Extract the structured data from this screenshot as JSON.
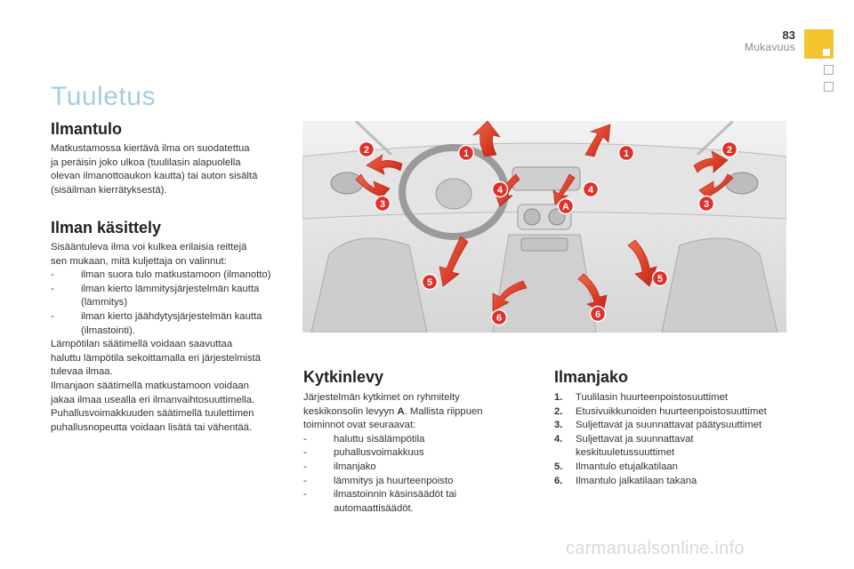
{
  "header": {
    "page_number": "83",
    "chapter": "Mukavuus"
  },
  "title": "Tuuletus",
  "ilmantulo": {
    "heading": "Ilmantulo",
    "lines": [
      "Matkustamossa kiertävä ilma on suodatettua",
      "ja peräisin joko ulkoa (tuulilasin alapuolella",
      "olevan ilmanottoaukon kautta) tai auton sisältä",
      "(sisäilman kierrätyksestä)."
    ]
  },
  "kasittely": {
    "heading": "Ilman käsittely",
    "intro": [
      "Sisääntuleva ilma voi kulkea erilaisia reittejä",
      "sen mukaan, mitä kuljettaja on valinnut:"
    ],
    "items": [
      {
        "dash": "-",
        "lines": [
          "ilman suora tulo matkustamoon (ilmanotto)"
        ]
      },
      {
        "dash": "-",
        "lines": [
          "ilman kierto lämmitysjärjestelmän kautta",
          "(lämmitys)"
        ]
      },
      {
        "dash": "-",
        "lines": [
          "ilman kierto jäähdytysjärjestelmän kautta",
          "(ilmastointi)."
        ]
      }
    ],
    "outro": [
      "Lämpötilan säätimellä voidaan saavuttaa",
      "haluttu lämpötila sekoittamalla eri järjestelmistä",
      "tulevaa ilmaa.",
      "Ilmanjaon säätimellä matkustamoon voidaan",
      "jakaa ilmaa usealla eri ilmanvaihtosuuttimella.",
      "Puhallusvoimakkuuden säätimellä tuulettimen",
      "puhallusnopeutta voidaan lisätä tai vähentää."
    ]
  },
  "kytkinlevy": {
    "heading": "Kytkinlevy",
    "line1": "Järjestelmän kytkimet on ryhmitelty",
    "line2_pre": "keskikonsolin levyyn ",
    "line2_bold": "A",
    "line2_post": ". Mallista riippuen",
    "line3": "toiminnot ovat seuraavat:",
    "items": [
      {
        "dash": "-",
        "lines": [
          "haluttu sisälämpötila"
        ]
      },
      {
        "dash": "-",
        "lines": [
          "puhallusvoimakkuus"
        ]
      },
      {
        "dash": "-",
        "lines": [
          "ilmanjako"
        ]
      },
      {
        "dash": "-",
        "lines": [
          "lämmitys ja huurteenpoisto"
        ]
      },
      {
        "dash": "-",
        "lines": [
          "ilmastoinnin käsinsäädöt tai",
          "automaattisäädöt."
        ]
      }
    ]
  },
  "ilmanjako": {
    "heading": "Ilmanjako",
    "items": [
      {
        "num": "1.",
        "lines": [
          "Tuulilasin huurteenpoistosuuttimet"
        ]
      },
      {
        "num": "2.",
        "lines": [
          "Etusivuikkunoiden huurteenpoistosuuttimet"
        ]
      },
      {
        "num": "3.",
        "lines": [
          "Suljettavat ja suunnattavat päätysuuttimet"
        ]
      },
      {
        "num": "4.",
        "lines": [
          "Suljettavat ja suunnattavat",
          "keskituuletussuuttimet"
        ]
      },
      {
        "num": "5.",
        "lines": [
          "Ilmantulo etujalkatilaan"
        ]
      },
      {
        "num": "6.",
        "lines": [
          "Ilmantulo jalkatilaan takana"
        ]
      }
    ]
  },
  "illustration": {
    "markers": [
      "1",
      "1",
      "2",
      "2",
      "3",
      "3",
      "4",
      "4",
      "5",
      "5",
      "6",
      "6",
      "A"
    ],
    "arrow_color": "#e03a22",
    "marker_color": "#e0302a"
  },
  "watermark": "carmanualsonline.info"
}
